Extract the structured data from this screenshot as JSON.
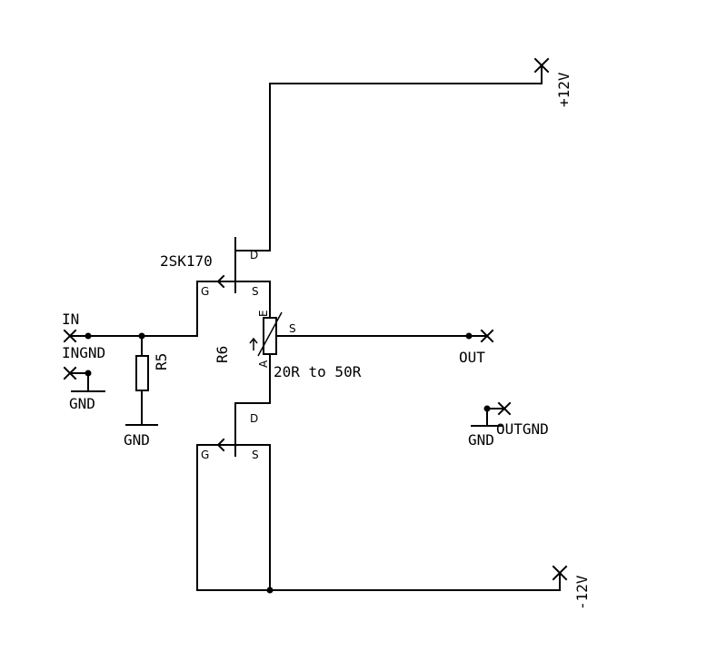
{
  "transistor_label": "2SK170",
  "resistor_r5": "R5",
  "resistor_r6": "R6",
  "r6_range": "20R to 50R",
  "pot_pins": {
    "e": "E",
    "a": "A",
    "s": "S"
  },
  "fet_pins": {
    "d": "D",
    "g": "G",
    "s": "S"
  },
  "ports": {
    "in": "IN",
    "ingnd": "INGND",
    "out": "OUT",
    "outgnd": "OUTGND",
    "vpos": "+12V",
    "vneg": "-12V"
  },
  "gnd": "GND"
}
